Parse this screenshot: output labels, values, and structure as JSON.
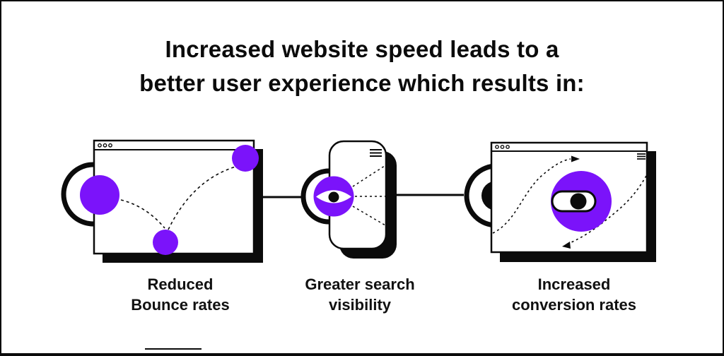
{
  "title": {
    "line1": "Increased website speed leads to a",
    "line2": "better user experience which results in:"
  },
  "colors": {
    "accent": "#7B13FA",
    "ink": "#0B0B0B",
    "background": "#FFFFFF"
  },
  "figures": [
    {
      "name": "reduced-bounce-rates",
      "label_line1": "Reduced",
      "label_line2": "Bounce rates",
      "illustration": "browser-window-with-bouncing-balls"
    },
    {
      "name": "greater-search-visibility",
      "label_line1": "Greater search",
      "label_line2": "visibility",
      "illustration": "phone-with-eye-scan"
    },
    {
      "name": "increased-conversion-rates",
      "label_line1": "Increased",
      "label_line2": "conversion rates",
      "illustration": "browser-window-with-toggle-switch"
    }
  ]
}
